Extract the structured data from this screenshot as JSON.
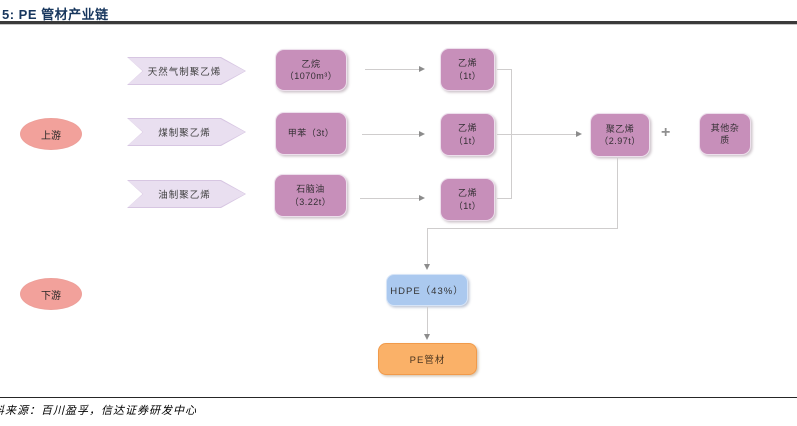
{
  "header": {
    "title": "5:  PE 管材产业链"
  },
  "stages": {
    "upstream": "上游",
    "downstream": "下游"
  },
  "routes": [
    {
      "banner": "天然气制聚乙烯",
      "feedstock_name": "乙烷",
      "feedstock_qty": "（1070m³）",
      "product_name": "乙烯",
      "product_qty": "（1t）"
    },
    {
      "banner": "煤制聚乙烯",
      "feedstock_name": "甲苯（3t）",
      "feedstock_qty": "",
      "product_name": "乙烯",
      "product_qty": "（1t）"
    },
    {
      "banner": "油制聚乙烯",
      "feedstock_name": "石脑油",
      "feedstock_qty": "（3.22t）",
      "product_name": "乙烯",
      "product_qty": "（1t）"
    }
  ],
  "aggregate": {
    "polyethylene_name": "聚乙烯",
    "polyethylene_qty": "（2.97t）",
    "plus_sign": "+",
    "impurities": "其他杂质"
  },
  "downstream_chain": {
    "hdpe": "HDPE（43%）",
    "pe_pipe": "PE管材"
  },
  "footer": {
    "source": "料来源：百川盈孚，信达证券研发中心"
  },
  "colors": {
    "title_text": "#17365D",
    "pink_box": "#C78FBA",
    "banner": "#E9DFF0",
    "stage_oval": "#F2A19B",
    "hdpe_box": "#ABC9EF",
    "pe_pipe_box": "#FAB168",
    "connector_line": "#CFCDCD",
    "arrowhead": "#8C8C8C"
  }
}
